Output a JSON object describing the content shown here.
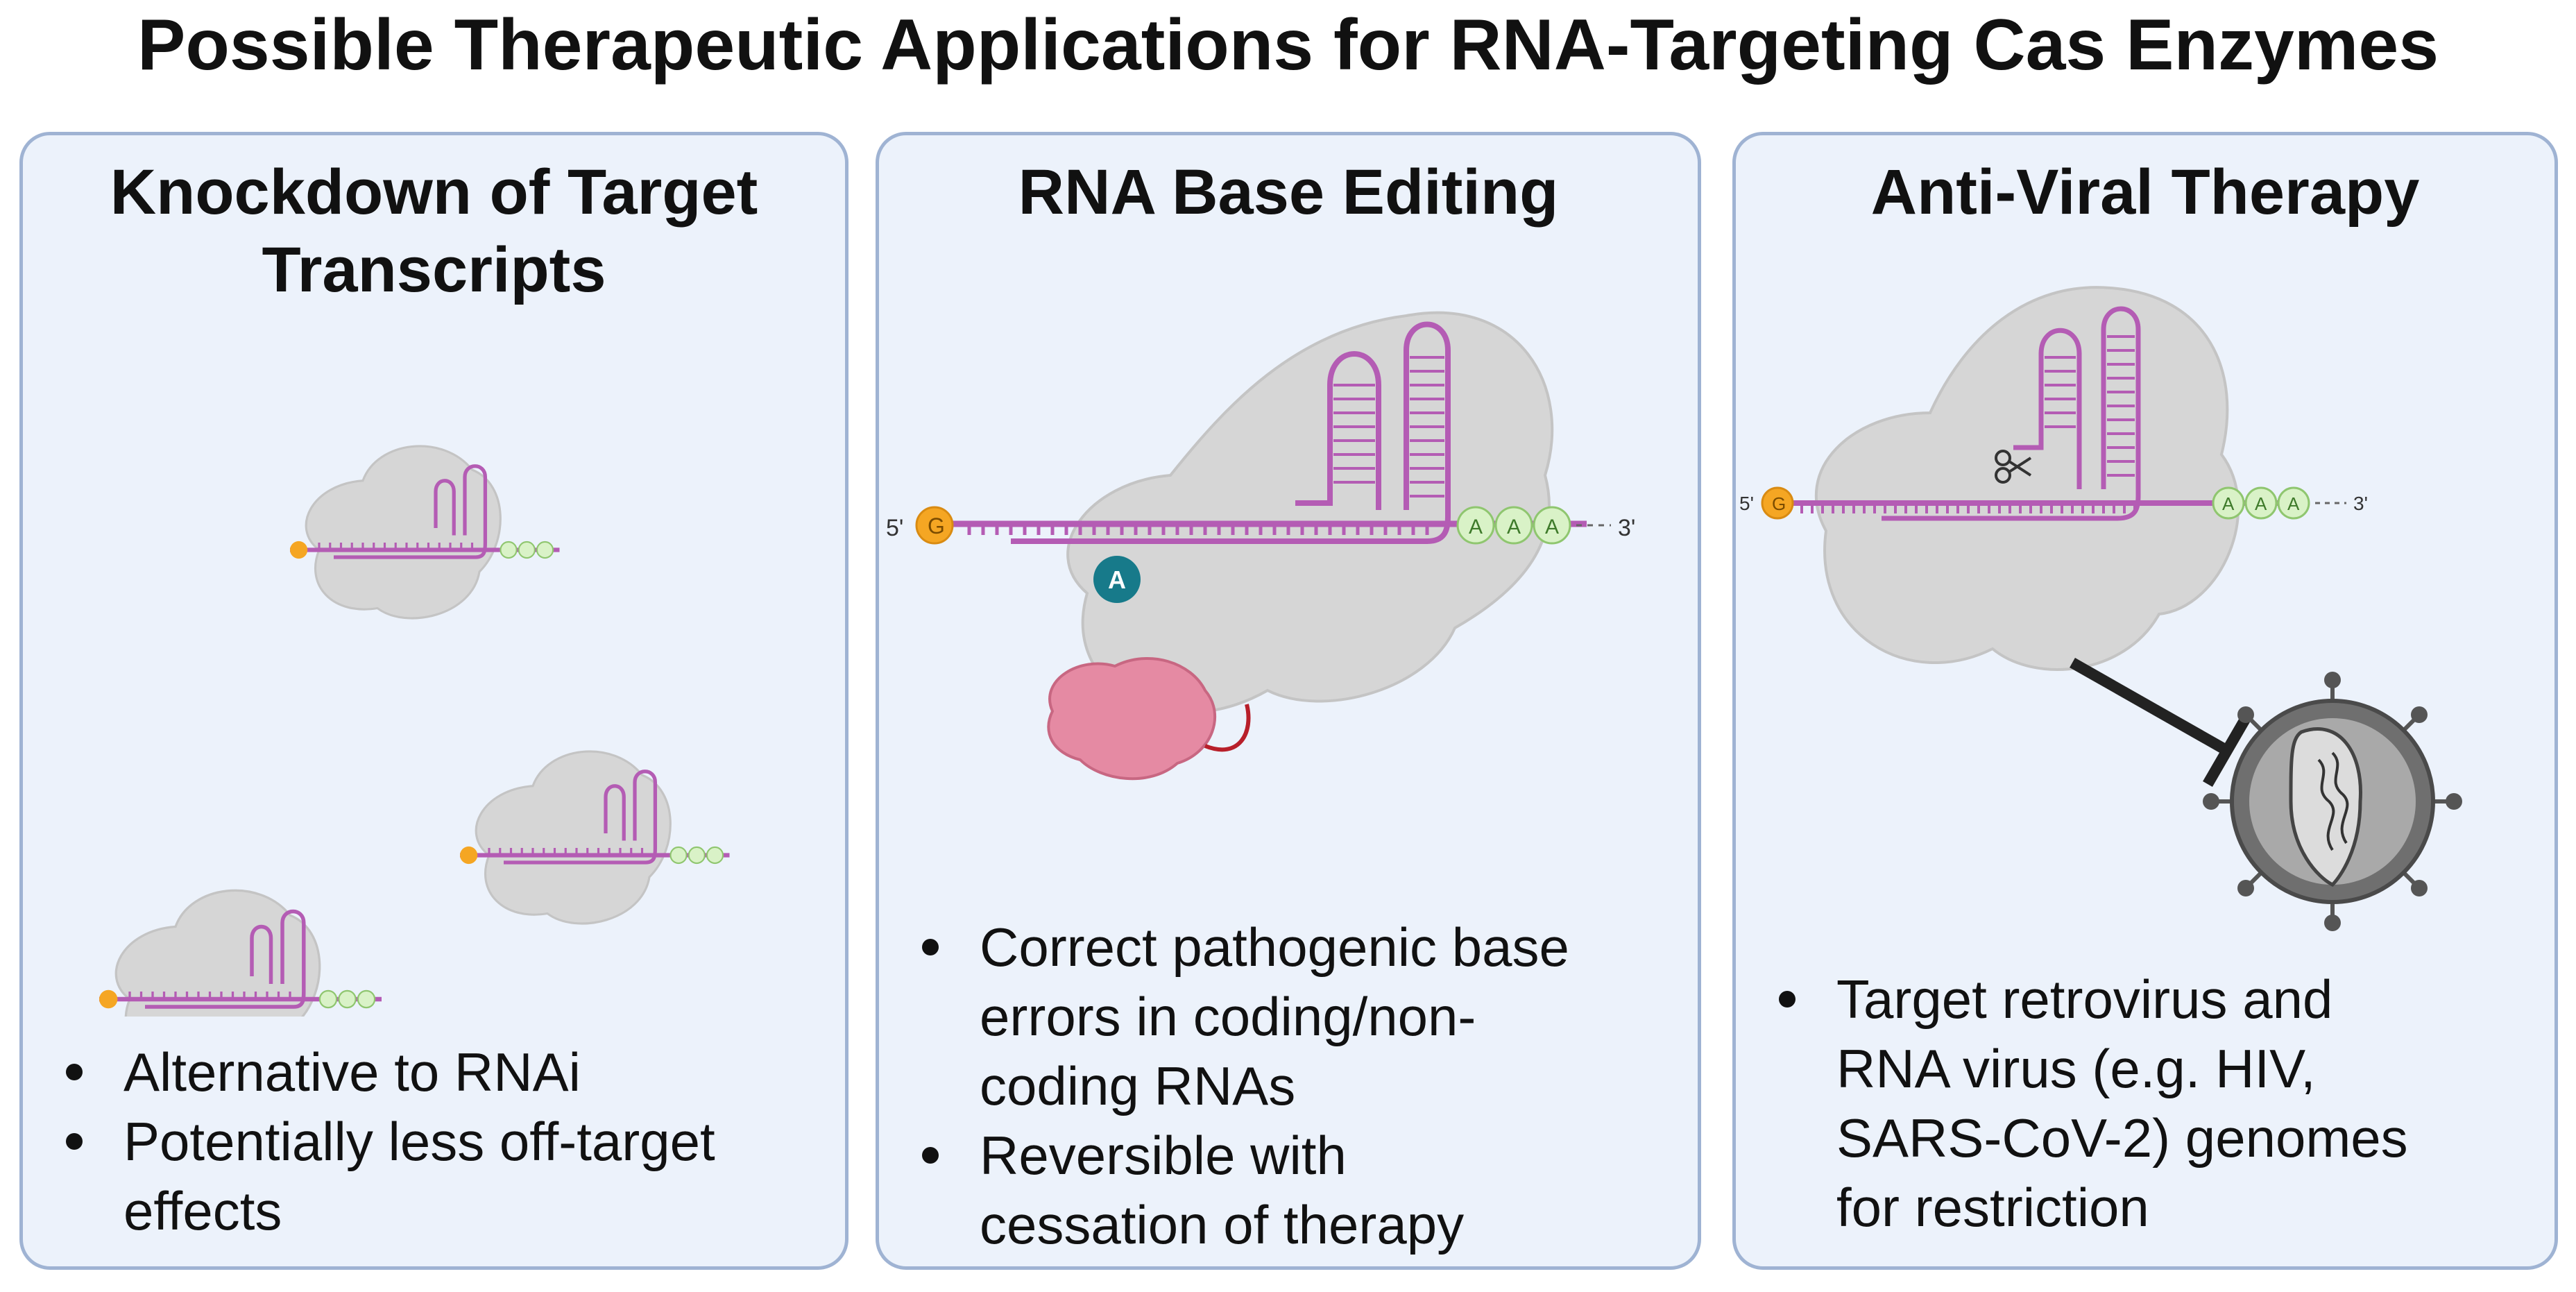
{
  "title": "Possible Therapeutic Applications for RNA-Targeting Cas Enzymes",
  "panels": [
    {
      "title_lines": [
        "Knockdown of Target",
        "Transcripts"
      ],
      "bullets": [
        "Alternative to RNAi",
        "Potentially less off-target",
        "effects"
      ]
    },
    {
      "title_lines": [
        "RNA Base Editing"
      ],
      "bullets": [
        "Correct pathogenic base",
        "errors in coding/non-",
        "coding RNAs",
        "Reversible with",
        "cessation of therapy"
      ]
    },
    {
      "title_lines": [
        "Anti-Viral Therapy"
      ],
      "bullets": [
        "Target retrovirus and",
        "RNA virus (e.g. HIV,",
        "SARS-CoV-2) genomes",
        "for restriction"
      ]
    }
  ],
  "rna_labels": {
    "five_prime": "5'",
    "three_prime": "3'",
    "cap": "G",
    "polyA": [
      "A",
      "A",
      "A"
    ],
    "edit_base": "A"
  },
  "colors": {
    "panel_fill": "#ecf2fb",
    "panel_border": "#9fb3d3",
    "protein": "#d6d6d6",
    "rna": "#b45cb4",
    "cap": "#f5a623",
    "polyA": "#d9f2c7",
    "edit_base": "#177a8a",
    "deaminase": "#e58aa3",
    "inhibit": "#222222"
  }
}
